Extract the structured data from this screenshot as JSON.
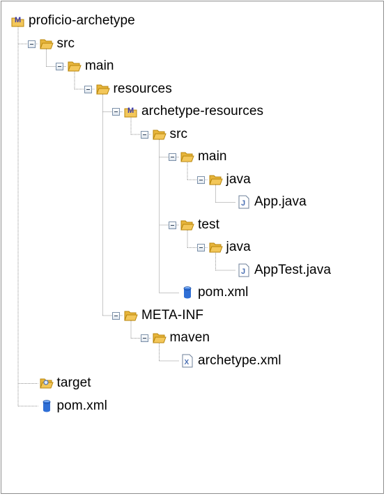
{
  "tree": {
    "nodes": [
      {
        "id": "n0",
        "label": "proficio-archetype",
        "icon": "maven-project-icon",
        "depth": 0,
        "expanded": true,
        "hasToggle": false
      },
      {
        "id": "n1",
        "label": "src",
        "icon": "folder-open-icon",
        "depth": 1,
        "expanded": true,
        "hasToggle": true
      },
      {
        "id": "n2",
        "label": "main",
        "icon": "folder-open-icon",
        "depth": 2,
        "expanded": true,
        "hasToggle": true
      },
      {
        "id": "n3",
        "label": "resources",
        "icon": "folder-open-icon",
        "depth": 3,
        "expanded": true,
        "hasToggle": true
      },
      {
        "id": "n4",
        "label": "archetype-resources",
        "icon": "maven-project-icon",
        "depth": 4,
        "expanded": true,
        "hasToggle": true
      },
      {
        "id": "n5",
        "label": "src",
        "icon": "folder-open-icon",
        "depth": 5,
        "expanded": true,
        "hasToggle": true
      },
      {
        "id": "n6",
        "label": "main",
        "icon": "folder-open-icon",
        "depth": 6,
        "expanded": true,
        "hasToggle": true
      },
      {
        "id": "n7",
        "label": "java",
        "icon": "folder-open-icon",
        "depth": 7,
        "expanded": true,
        "hasToggle": true
      },
      {
        "id": "n8",
        "label": "App.java",
        "icon": "java-file-icon",
        "depth": 8,
        "expanded": false,
        "hasToggle": false
      },
      {
        "id": "n9",
        "label": "test",
        "icon": "folder-open-icon",
        "depth": 6,
        "expanded": true,
        "hasToggle": true
      },
      {
        "id": "n10",
        "label": "java",
        "icon": "folder-open-icon",
        "depth": 7,
        "expanded": true,
        "hasToggle": true
      },
      {
        "id": "n11",
        "label": "AppTest.java",
        "icon": "java-file-icon",
        "depth": 8,
        "expanded": false,
        "hasToggle": false
      },
      {
        "id": "n12",
        "label": "pom.xml",
        "icon": "pom-file-icon",
        "depth": 6,
        "expanded": false,
        "hasToggle": false
      },
      {
        "id": "n13",
        "label": "META-INF",
        "icon": "folder-open-icon",
        "depth": 4,
        "expanded": true,
        "hasToggle": true
      },
      {
        "id": "n14",
        "label": "maven",
        "icon": "folder-open-icon",
        "depth": 5,
        "expanded": true,
        "hasToggle": true
      },
      {
        "id": "n15",
        "label": "archetype.xml",
        "icon": "xml-file-icon",
        "depth": 6,
        "expanded": false,
        "hasToggle": false
      },
      {
        "id": "n16",
        "label": "target",
        "icon": "target-folder-icon",
        "depth": 1,
        "expanded": false,
        "hasToggle": false
      },
      {
        "id": "n17",
        "label": "pom.xml",
        "icon": "pom-file-icon",
        "depth": 1,
        "expanded": false,
        "hasToggle": false
      }
    ]
  },
  "colors": {
    "folder": "#f3c75a",
    "folderDark": "#b8860b",
    "maven": "#3a3aa8",
    "java": "#4a6fb3",
    "pom": "#2f6fd6",
    "line": "#8f8f8f"
  }
}
